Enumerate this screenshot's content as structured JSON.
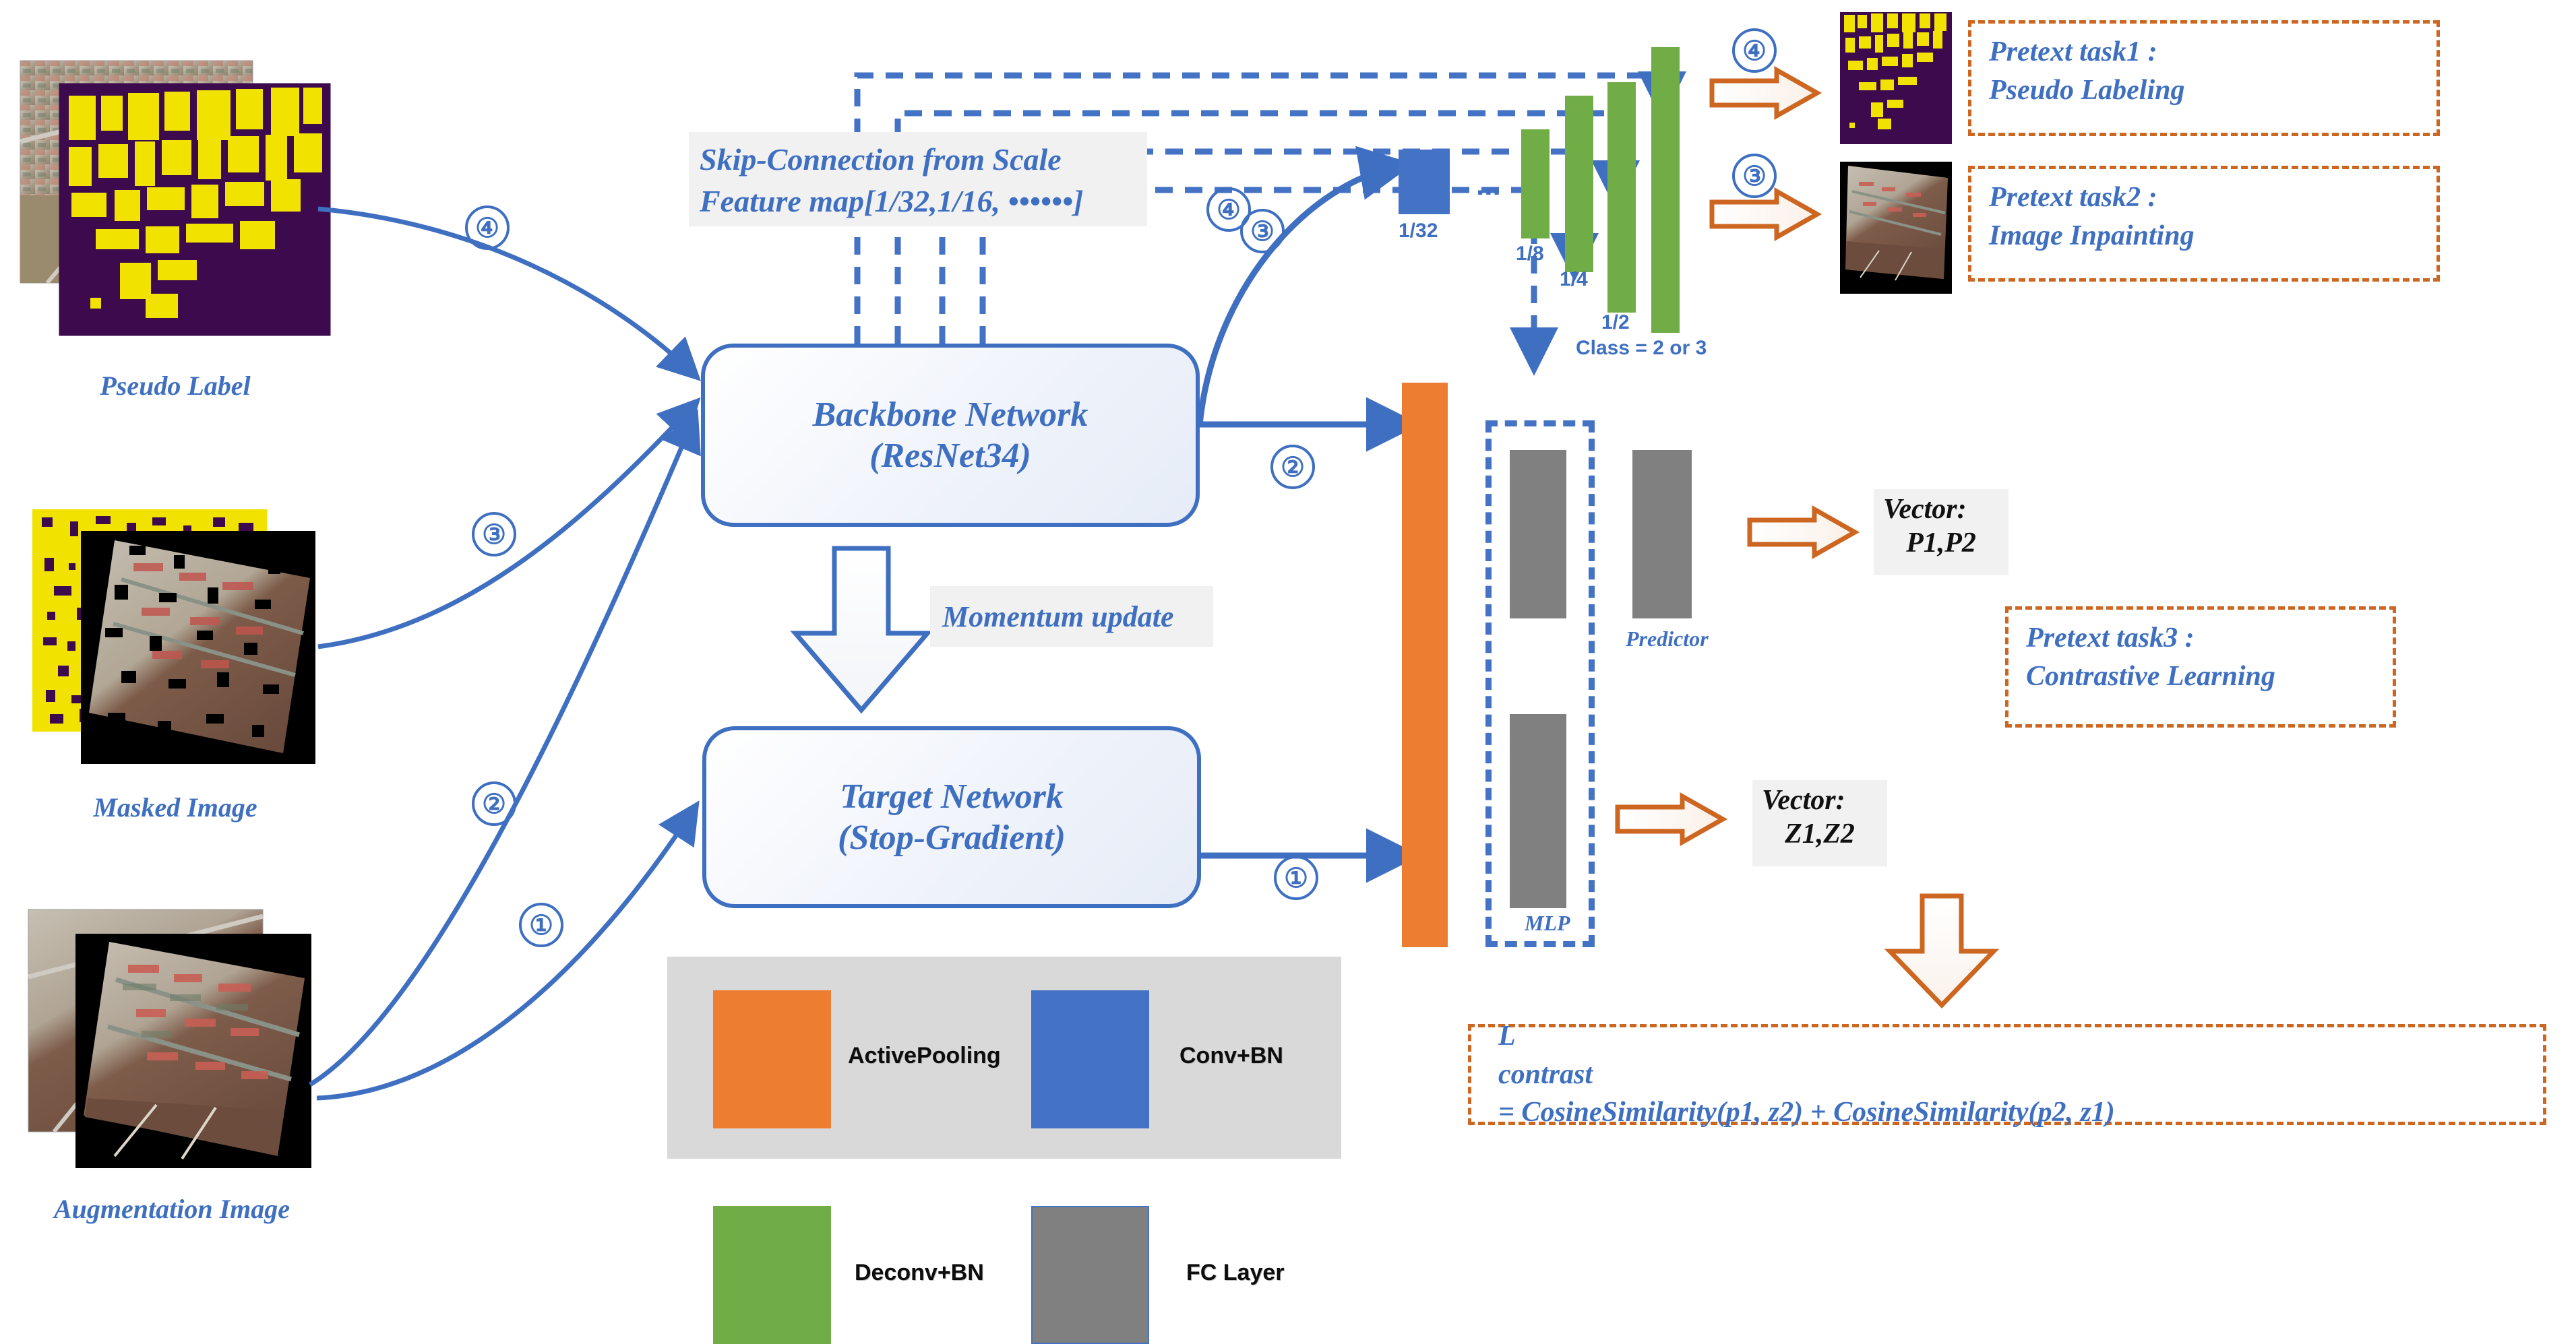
{
  "inputs": [
    {
      "caption": "Pseudo Label",
      "kind": "pseudo-label"
    },
    {
      "caption": "Masked Image",
      "kind": "masked-image"
    },
    {
      "caption": "Augmentation Image",
      "kind": "augmentation-image"
    }
  ],
  "flow_markers": {
    "left": [
      "④",
      "③",
      "②",
      "①"
    ],
    "backbone_out_upper": [
      "④",
      "③"
    ],
    "backbone_to_pool": "②",
    "target_to_pool": "①",
    "task1": "④",
    "task2": "③"
  },
  "skip_note": {
    "line1": "Skip-Connection from Scale",
    "line2": "Feature map[1/32,1/16, ••••••]"
  },
  "backbone": {
    "line1": "Backbone Network",
    "line2": "(ResNet34)"
  },
  "momentum": "Momentum update",
  "target": {
    "line1": "Target Network",
    "line2": "(Stop-Gradient)"
  },
  "decoder": {
    "conv_label": "1/32",
    "ellipsis": "...",
    "bars": [
      {
        "label": "1/8"
      },
      {
        "label": "1/4"
      },
      {
        "label": "1/2"
      },
      {
        "label": ""
      }
    ],
    "class_note": "Class = 2 or 3"
  },
  "pretext_tasks": [
    {
      "title": "Pretext task1 :",
      "name": "Pseudo Labeling"
    },
    {
      "title": "Pretext task2 :",
      "name": "Image Inpainting"
    },
    {
      "title": "Pretext task3 :",
      "name": "Contrastive Learning"
    }
  ],
  "projection": {
    "predictor_label": "Predictor",
    "mlp_label": "MLP",
    "vector_p": {
      "line1": "Vector:",
      "line2": "P1,P2"
    },
    "vector_z": {
      "line1": "Vector:",
      "line2": "Z1,Z2"
    }
  },
  "loss": {
    "lhs_base": "L",
    "lhs_sub": "contrast",
    "rhs": " = CosineSimilarity(p1, z2) + CosineSimilarity(p2, z1)"
  },
  "legend": {
    "items": [
      {
        "label": "ActivePooling",
        "color": "#ed7d31"
      },
      {
        "label": "Conv+BN",
        "color": "#4472c4"
      },
      {
        "label": "Deconv+BN",
        "color": "#70ad47"
      },
      {
        "label": "FC Layer",
        "color": "#808080"
      }
    ]
  },
  "colors": {
    "blue": "#3f6fc0",
    "orange": "#cc6620",
    "green": "#70ad47",
    "conv_blue": "#4472c4",
    "pool_orange": "#ed7d31",
    "grey": "#808080",
    "label_yellow": "#f2e200",
    "label_purple": "#3d0a4e"
  }
}
